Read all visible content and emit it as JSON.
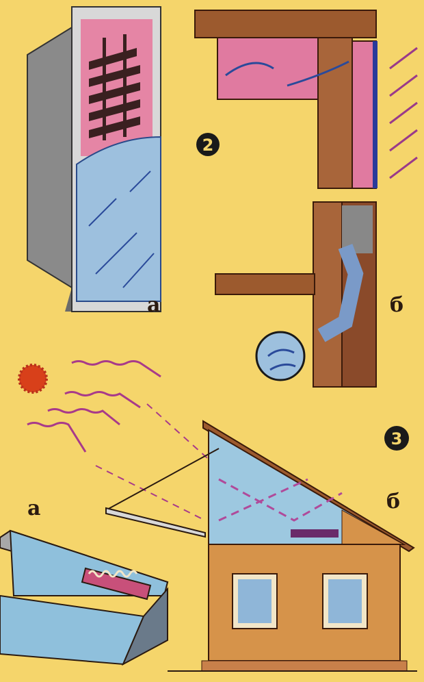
{
  "figure2": {
    "number": "2",
    "label_a": "а",
    "label_b": "б"
  },
  "figure3": {
    "number": "3",
    "label_a": "а",
    "label_b": "б"
  },
  "colors": {
    "background": "#f5d56b",
    "wood": "#9c5a2e",
    "pink": "#e07aa0",
    "blue": "#8fb6d8",
    "arrow": "#9a3a8a"
  }
}
